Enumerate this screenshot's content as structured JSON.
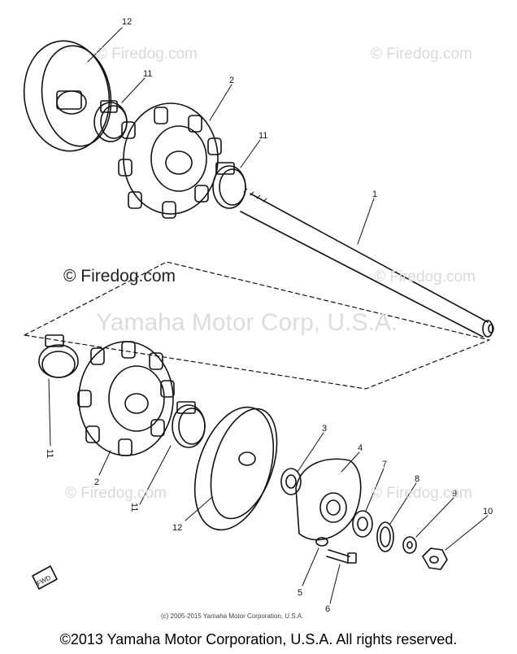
{
  "watermarks": {
    "site_top_left": "© Firedog.com",
    "site_top_right": "© Firedog.com",
    "site_mid_left": "© Firedog.com",
    "site_mid_right": "© Firedog.com",
    "site_low_left": "© Firedog.com",
    "site_low_right": "© Firedog.com",
    "corp": "Yamaha Motor Corp, U.S.A."
  },
  "small_copyright": "(c) 2005-2015 Yamaha Motor Corporation, U.S.A.",
  "footer_copyright": "©2013 Yamaha Motor Corporation, U.S.A. All rights reserved.",
  "fwd_label": "FWD",
  "part_labels": {
    "wheel_top": "12",
    "clamp_top_left": "11",
    "sprocket_top": "2",
    "clamp_top_right": "11",
    "shaft": "1",
    "clamp_left": "11",
    "sprocket_bottom": "2",
    "clamp_bottom": "11",
    "wheel_bottom": "12",
    "bearing": "3",
    "housing": "4",
    "bolt": "5",
    "bolt_bottom": "6",
    "seal": "7",
    "ring": "8",
    "washer": "9",
    "nut": "10"
  },
  "colors": {
    "line": "#111111",
    "watermark": "#d8d8d8"
  }
}
